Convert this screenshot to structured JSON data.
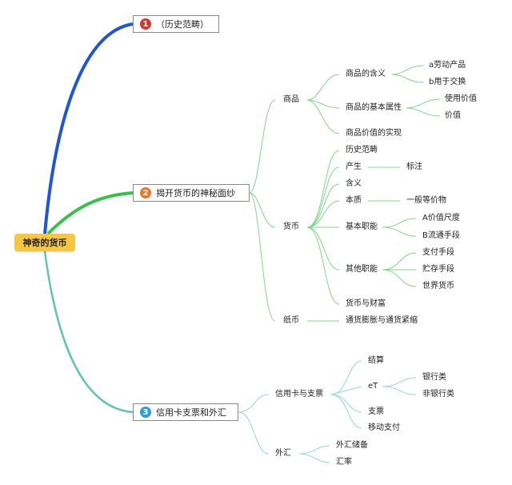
{
  "colors": {
    "root_fill": "#f7c742",
    "branch_1": "#1f55d6",
    "branch_2": "#35c24b",
    "branch_3": "#5fc7a8",
    "badge_1": "#d9362b",
    "badge_2": "#e8782a",
    "badge_3": "#2b9fd8"
  },
  "root": {
    "label": "神奇的货币"
  },
  "topics": [
    {
      "number": "1",
      "label": "（历史范畴）"
    },
    {
      "number": "2",
      "label": "揭开货币的神秘面纱"
    },
    {
      "number": "3",
      "label": "信用卡支票和外汇"
    }
  ],
  "branch2": {
    "commodity": {
      "label": "商品",
      "meaning": {
        "label": "商品的含义",
        "children": [
          "a劳动产品",
          "b用于交换"
        ]
      },
      "attributes": {
        "label": "商品的基本属性",
        "children": [
          "使用价值",
          "价值"
        ]
      },
      "realization": {
        "label": "商品价值的实现"
      }
    },
    "currency": {
      "label": "货币",
      "history": {
        "label": "历史范畴"
      },
      "origin": {
        "label": "产生",
        "child": "标注"
      },
      "meaning": {
        "label": "含义"
      },
      "essence": {
        "label": "本质",
        "child": "一般等价物"
      },
      "basic_functions": {
        "label": "基本职能",
        "children": [
          "A价值尺度",
          "B流通手段"
        ]
      },
      "other_functions": {
        "label": "其他职能",
        "children": [
          "支付手段",
          "贮存手段",
          "世界货币"
        ]
      },
      "wealth": {
        "label": "货币与财富"
      }
    },
    "paper_money": {
      "label": "纸币",
      "child": "通货膨胀与通货紧缩"
    }
  },
  "branch3": {
    "credit": {
      "label": "信用卡与支票",
      "settlement": {
        "label": "结算"
      },
      "et": {
        "label": "eT",
        "children": [
          "银行类",
          "非银行类"
        ]
      },
      "cheque": {
        "label": "支票"
      },
      "mobile": {
        "label": "移动支付"
      }
    },
    "forex": {
      "label": "外汇",
      "children": [
        "外汇储备",
        "汇率"
      ]
    }
  }
}
